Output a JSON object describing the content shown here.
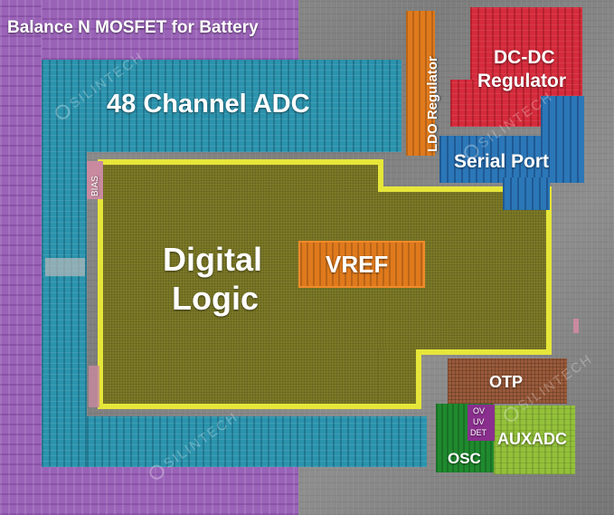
{
  "blocks": {
    "balance_mosfet": {
      "label": "Balance N MOSFET for Battery"
    },
    "adc48": {
      "label": "48 Channel ADC"
    },
    "ldo": {
      "label": "LDO Regulator"
    },
    "dcdc": {
      "label_line1": "DC-DC",
      "label_line2": "Regulator"
    },
    "serial": {
      "label": "Serial Port"
    },
    "bias": {
      "label": "BIAS"
    },
    "digital": {
      "label_line1": "Digital",
      "label_line2": "Logic"
    },
    "vref": {
      "label": "VREF"
    },
    "otp": {
      "label": "OTP"
    },
    "ovuvdet": {
      "line1": "OV",
      "line2": "UV",
      "line3": "DET"
    },
    "osc": {
      "label": "OSC"
    },
    "auxadc": {
      "label": "AUXADC"
    }
  },
  "watermark": {
    "text": "SILINTECH"
  },
  "colors": {
    "purple": "#9a63b8",
    "teal": "#2b93ad",
    "olive": "#7d7a27",
    "yellow_outline": "#e6e63a",
    "orange": "#e07a1c",
    "red": "#d52b3c",
    "blue": "#2b77b8",
    "brown": "#9a5a3a",
    "green": "#1f8a2e",
    "lime": "#93c13a",
    "violet": "#8a2f8e"
  }
}
